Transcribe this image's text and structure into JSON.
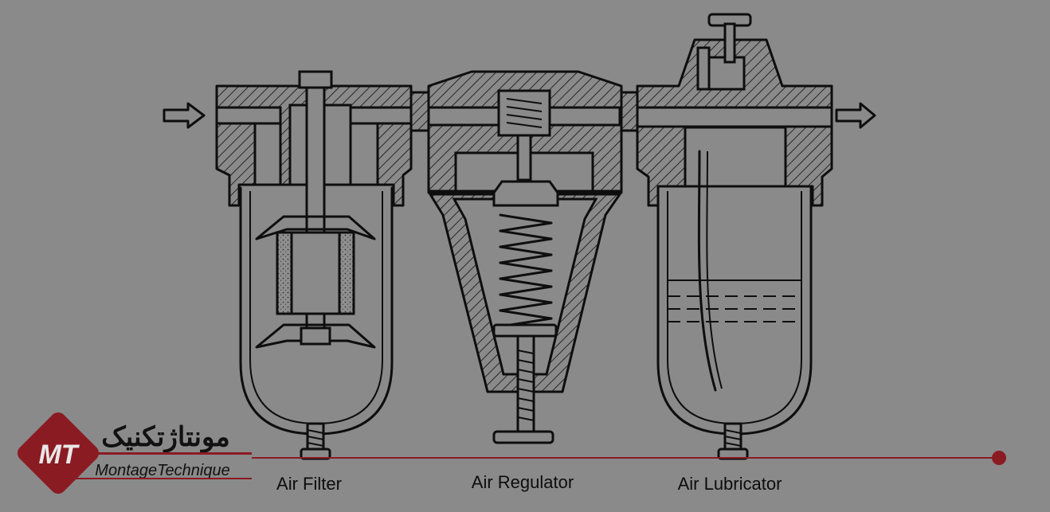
{
  "labels": {
    "air_filter": "Air Filter",
    "air_regulator": "Air Regulator",
    "air_lubricator": "Air Lubricator"
  },
  "logo": {
    "text_fa": "مونتاژتکنیک",
    "text_en": "MontageTechnique",
    "monogram": "MT"
  },
  "colors": {
    "background": "#8a8a8a",
    "line": "#0e0e0e",
    "accent": "#8b1b22"
  },
  "icons": {
    "inlet": "arrow-right-icon",
    "outlet": "arrow-right-icon"
  }
}
